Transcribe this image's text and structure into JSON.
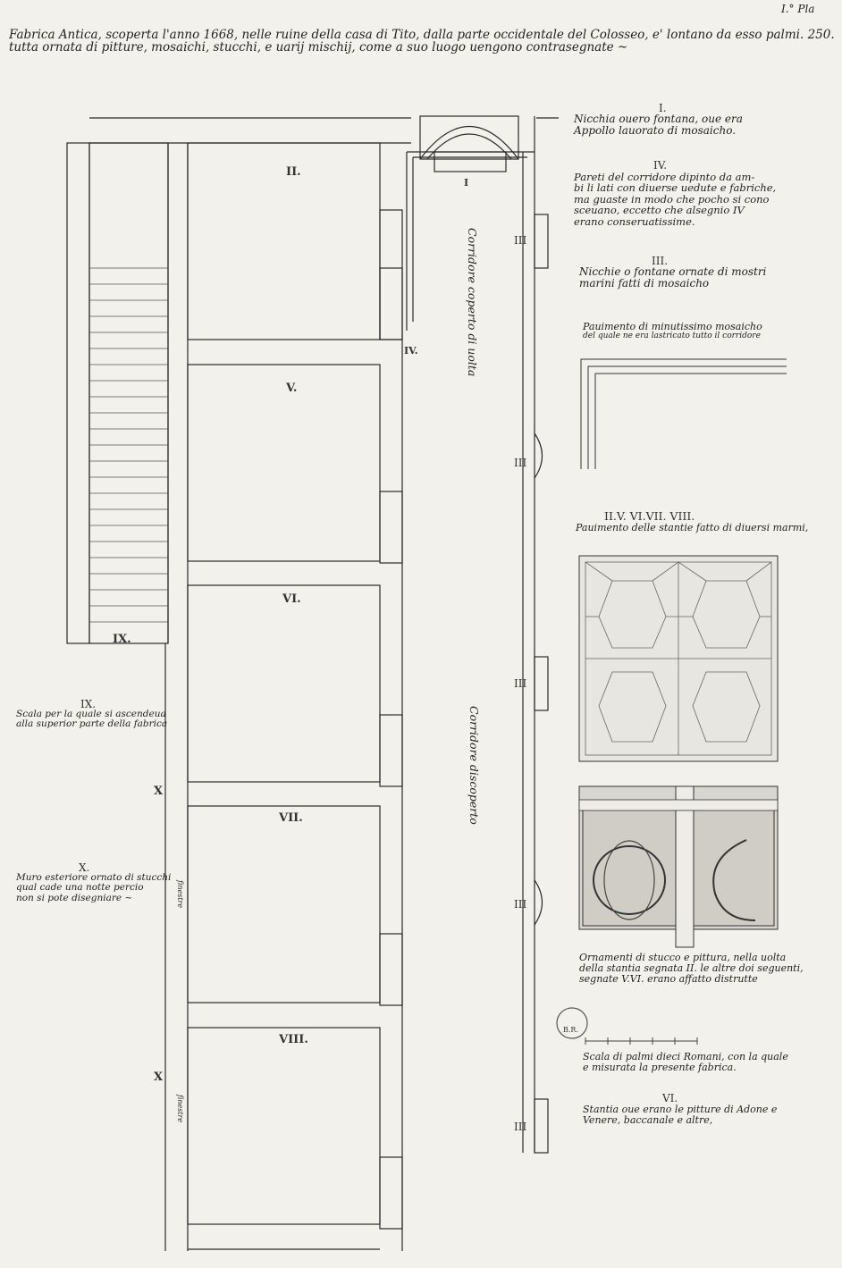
{
  "page_number": "I.° Pla",
  "header": {
    "line1": "Fabrica Antica, scoperta l'anno 1668, nelle ruine della casa di Tito, dalla parte occidentale del Colosseo, e' lontano da esso palmi. 250.",
    "line2": "tutta ornata di pitture, mosaichi, stucchi, e uarij mischij, come a suo luogo uengono contrasegnate ~"
  },
  "plan": {
    "rooms": [
      "II.",
      "V.",
      "VI.",
      "VII.",
      "VIII."
    ],
    "stair_label": "IX.",
    "niche_labels": [
      "III",
      "III",
      "III",
      "III",
      "III"
    ],
    "corridor_mark_I": "I",
    "corridor_mark_IV": "IV.",
    "wall_marks": [
      "X",
      "X"
    ],
    "corridor_covered": "Corridore coperto di uolta",
    "corridor_open": "Corridore discoperto",
    "window_labels": [
      "finestre",
      "finestre"
    ]
  },
  "legend": {
    "i": {
      "num": "I.",
      "text": [
        "Nicchia ouero fontana, oue era",
        "Appollo lauorato di mosaicho."
      ]
    },
    "iv": {
      "num": "IV.",
      "text": [
        "Pareti del corridore dipinto da am-",
        "bi li lati con diuerse uedute e fabriche,",
        "ma guaste in modo che pocho si cono",
        "sceuano, eccetto che alsegnio IV",
        "erano conseruatissime."
      ]
    },
    "iii": {
      "num": "III.",
      "text": [
        "Nicchie o fontane ornate di mostri",
        "marini fatti di mosaicho"
      ]
    },
    "pav": {
      "text": [
        "Pauimento di minutissimo mosaicho",
        "del quale ne era lastricato tutto il corridore"
      ]
    },
    "rooms_head": "II.V. VI.VII. VIII.",
    "rooms_text": "Pauimento delle stantie fatto di diuersi marmi,",
    "ornamenti": [
      "Ornamenti di stucco e pittura, nella uolta",
      "della stantia segnata II. le altre doi seguenti,",
      "segnate V.VI. erano affatto distrutte"
    ],
    "stamp": "B.R.",
    "scala": [
      "Scala di palmi dieci Romani, con la quale",
      "e misurata la presente fabrica."
    ],
    "vi": {
      "num": "VI.",
      "text": [
        "Stantia oue erano le pitture di Adone e",
        "Venere, baccanale e altre,"
      ]
    }
  },
  "left_notes": {
    "ix": {
      "num": "IX.",
      "text": [
        "Scala per la quale si ascendeua",
        "alla superior parte della fabrica"
      ]
    },
    "x": {
      "num": "X.",
      "text": [
        "Muro esteriore ornato di stucchi",
        "qual cade una notte percio",
        "non si pote disegniare ~"
      ]
    }
  },
  "colors": {
    "paper": "#f3f1ec",
    "ink": "#2a2a2a",
    "tile": "#e8e6e0"
  }
}
